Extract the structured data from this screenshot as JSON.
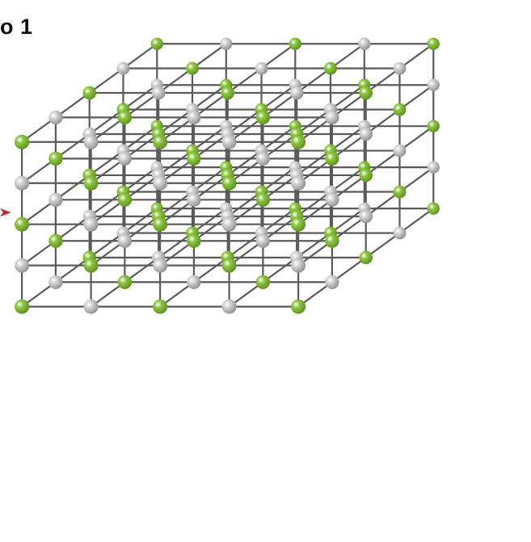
{
  "figure": {
    "label": "o 1"
  },
  "lattice": {
    "colors": {
      "edge": "#5a5a5a",
      "ion_green": "#8cc63f",
      "ion_green_shade": "#5e8f1f",
      "ion_grey": "#d2d2d2",
      "ion_grey_shade": "#8f8f8f",
      "arrow": "#c0262d"
    },
    "ion_types": [
      "green",
      "grey"
    ],
    "grid_points_per_edge": 5
  }
}
